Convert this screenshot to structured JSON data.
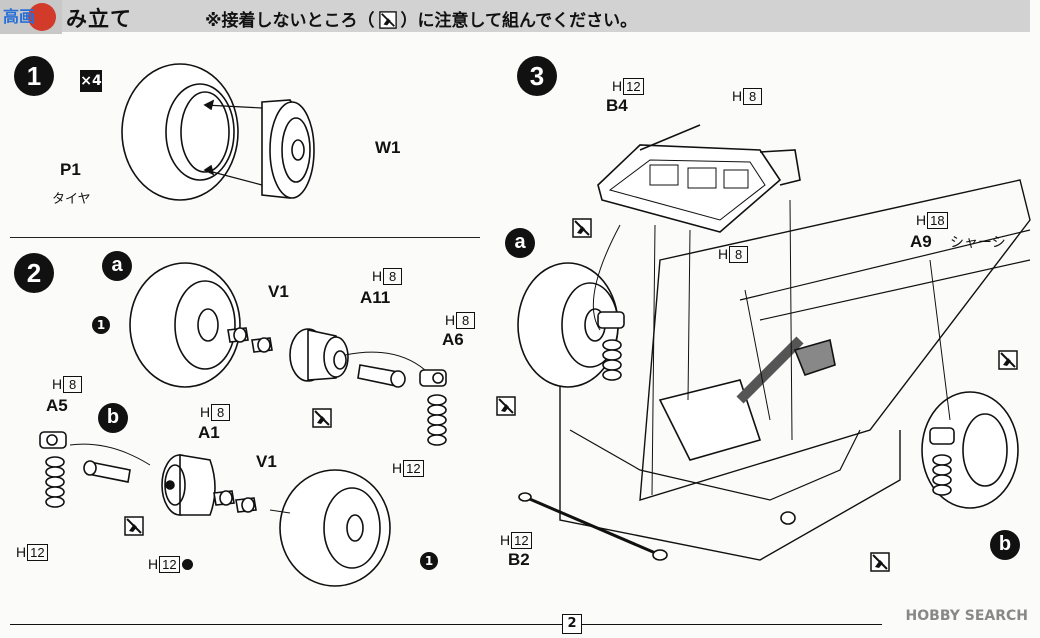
{
  "header": {
    "logo_text": "高画质",
    "title": "み立て",
    "note_pre": "※接着しないところ（",
    "note_post": "）に注意して組んでください。"
  },
  "steps": [
    "1",
    "2",
    "3"
  ],
  "step1": {
    "qty": "×4",
    "p1": "P1",
    "p1_jp": "タイヤ",
    "w1": "W1"
  },
  "step2": {
    "badge_a": "a",
    "badge_b": "b",
    "ref": "1",
    "v1_top": "V1",
    "a11": "A11",
    "a11_h": "H",
    "a11_h_num": "8",
    "a6": "A6",
    "a6_h": "H",
    "a6_h_num": "8",
    "a6_h2": "H",
    "a6_h2_num": "12",
    "a5": "A5",
    "a5_h": "H",
    "a5_h_num": "8",
    "a5_h2": "H",
    "a5_h2_num": "12",
    "a1": "A1",
    "a1_h": "H",
    "a1_h_num": "8",
    "v1_bottom": "V1",
    "a1_h2": "H",
    "a1_h2_num": "12"
  },
  "step3": {
    "b4": "B4",
    "b4_h": "H",
    "b4_h_num": "12",
    "h8_top": "H",
    "h8_top_num": "8",
    "h8_mid": "H",
    "h8_mid_num": "8",
    "a9": "A9",
    "a9_jp": "シャーシ",
    "a9_h": "H",
    "a9_h_num": "18",
    "b2": "B2",
    "b2_h": "H",
    "b2_h_num": "12",
    "badge_a": "a",
    "badge_b": "b"
  },
  "footer": {
    "page": "2",
    "watermark": "HOBBY SEARCH"
  },
  "icons": [
    "no-cement-icon"
  ]
}
